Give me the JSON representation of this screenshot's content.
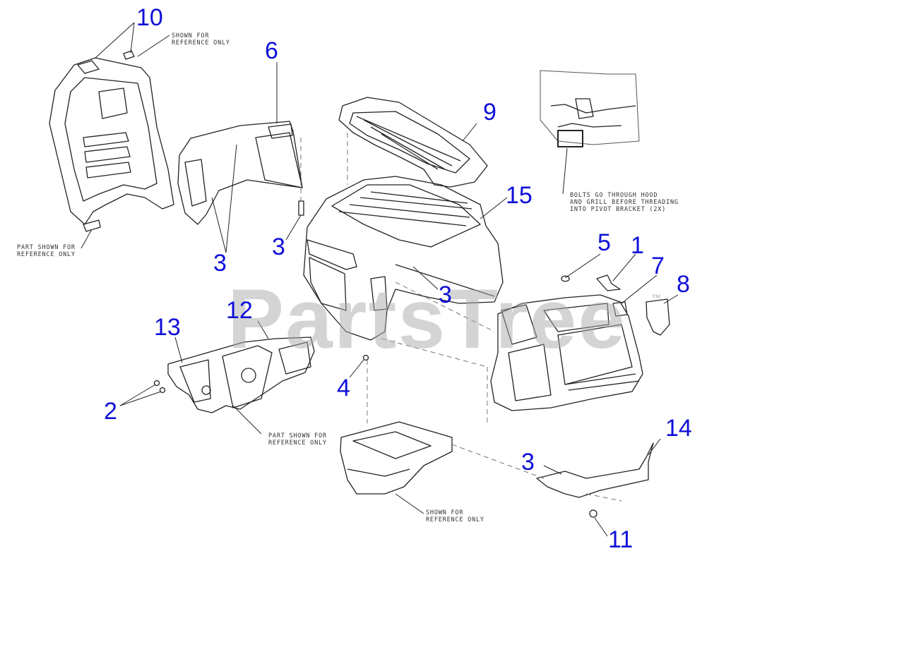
{
  "watermark": {
    "brand": "PartsTree",
    "trademark": "™"
  },
  "callouts": [
    {
      "id": "c10",
      "text": "10"
    },
    {
      "id": "c6",
      "text": "6"
    },
    {
      "id": "c9",
      "text": "9"
    },
    {
      "id": "c15",
      "text": "15"
    },
    {
      "id": "c3a",
      "text": "3"
    },
    {
      "id": "c3b",
      "text": "3"
    },
    {
      "id": "c5",
      "text": "5"
    },
    {
      "id": "c1",
      "text": "1"
    },
    {
      "id": "c7",
      "text": "7"
    },
    {
      "id": "c8",
      "text": "8"
    },
    {
      "id": "c3c",
      "text": "3"
    },
    {
      "id": "c12",
      "text": "12"
    },
    {
      "id": "c13",
      "text": "13"
    },
    {
      "id": "c2",
      "text": "2"
    },
    {
      "id": "c4",
      "text": "4"
    },
    {
      "id": "c14",
      "text": "14"
    },
    {
      "id": "c3d",
      "text": "3"
    },
    {
      "id": "c11",
      "text": "11"
    }
  ],
  "notes": {
    "top_ref": "SHOWN FOR\nREFERENCE ONLY",
    "left_ref": "PART SHOWN FOR\nREFERENCE ONLY",
    "bolts": "BOLTS GO THROUGH HOOD\nAND GRILL BEFORE THREADING\nINTO PIVOT BRACKET (2X)",
    "bracket_ref": "PART SHOWN FOR\nREFERENCE ONLY",
    "bottom_ref": "SHOWN FOR\nREFERENCE ONLY"
  }
}
